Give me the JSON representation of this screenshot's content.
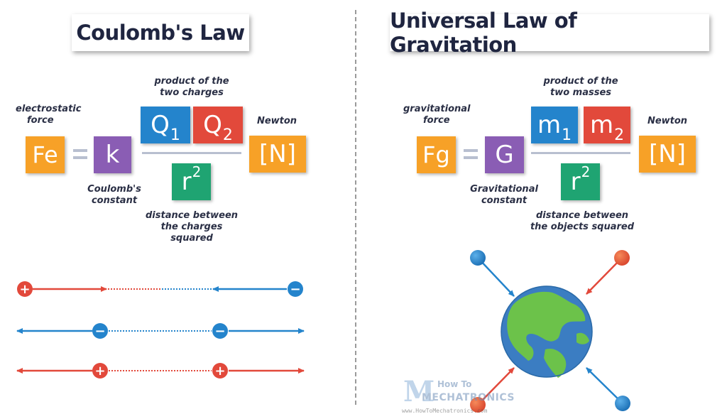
{
  "left": {
    "title": "Coulomb's Law",
    "force_symbol": "Fe",
    "force_caption_1": "electrostatic",
    "force_caption_2": "force",
    "constant_symbol": "k",
    "constant_caption_1": "Coulomb's",
    "constant_caption_2": "constant",
    "numerator_caption_1": "product of the",
    "numerator_caption_2": "two charges",
    "q1": "Q",
    "q1_sub": "1",
    "q2": "Q",
    "q2_sub": "2",
    "denominator": "r",
    "denominator_sup": "2",
    "denominator_caption_1": "distance between",
    "denominator_caption_2": "the charges squared",
    "unit_caption": "Newton",
    "unit": "[N]",
    "charges": {
      "row1": [
        "+",
        "−"
      ],
      "row2": [
        "−",
        "−"
      ],
      "row3": [
        "+",
        "+"
      ]
    }
  },
  "right": {
    "title": "Universal Law of Gravitation",
    "force_symbol": "Fg",
    "force_caption_1": "gravitational",
    "force_caption_2": "force",
    "constant_symbol": "G",
    "constant_caption_1": "Gravitational",
    "constant_caption_2": "constant",
    "numerator_caption_1": "product of the",
    "numerator_caption_2": "two masses",
    "m1": "m",
    "m1_sub": "1",
    "m2": "m",
    "m2_sub": "2",
    "denominator": "r",
    "denominator_sup": "2",
    "denominator_caption_1": "distance between",
    "denominator_caption_2": "the objects squared",
    "unit_caption": "Newton",
    "unit": "[N]"
  },
  "watermark": {
    "line1": "How To",
    "line2": "MECHATRONICS",
    "url": "www.HowToMechatronics.com"
  },
  "colors": {
    "orange": "#f7a127",
    "purple": "#8a5db4",
    "blue": "#2484cc",
    "red": "#e2493b",
    "green": "#1fa472",
    "ocean": "#3b7dc2",
    "land": "#6cc24a"
  }
}
